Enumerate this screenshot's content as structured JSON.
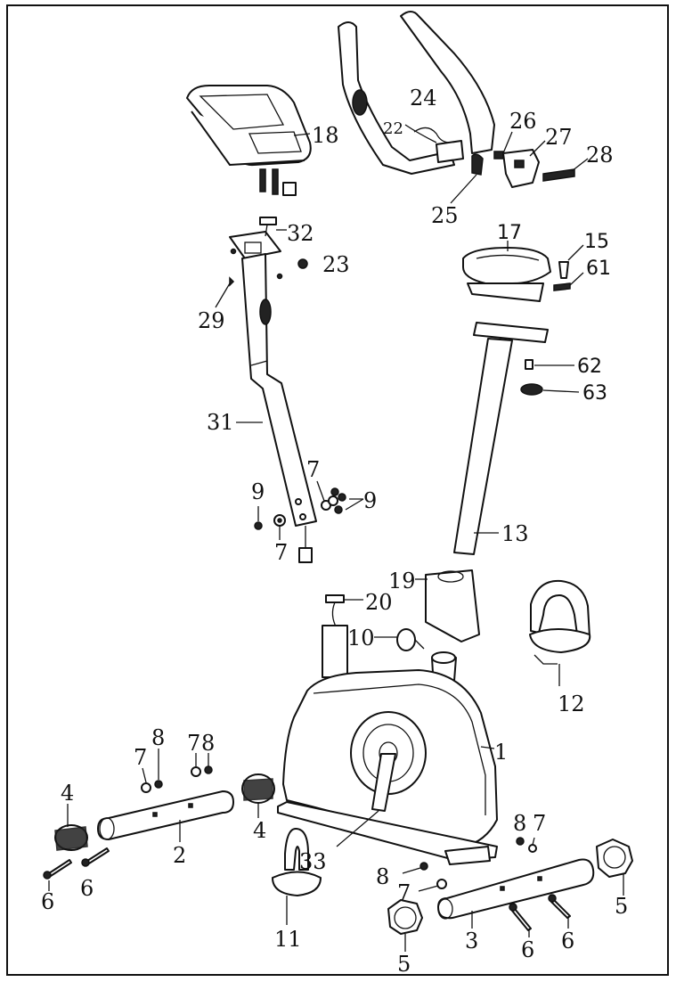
{
  "labels": {
    "p1": "1",
    "p2": "2",
    "p3": "3",
    "p4a": "4",
    "p4b": "4",
    "p5a": "5",
    "p5b": "5",
    "p6a": "6",
    "p6b": "6",
    "p6c": "6",
    "p6d": "6",
    "p7a": "7",
    "p7b": "7",
    "p7c": "7",
    "p7d": "7",
    "p7e": "7",
    "p7f": "7",
    "p8a": "8",
    "p8b": "8",
    "p8c": "8",
    "p8d": "8",
    "p9a": "9",
    "p9b": "9",
    "p10": "10",
    "p11": "11",
    "p12": "12",
    "p13": "13",
    "p15": "15",
    "p17": "17",
    "p18": "18",
    "p19": "19",
    "p20": "20",
    "p22": "22",
    "p23": "23",
    "p24": "24",
    "p25": "25",
    "p26": "26",
    "p27": "27",
    "p28": "28",
    "p29": "29",
    "p31": "31",
    "p32": "32",
    "p33": "33",
    "p61": "61",
    "p62": "62",
    "p63": "63"
  },
  "colors": {
    "ink": "#111111",
    "paper": "#ffffff"
  }
}
